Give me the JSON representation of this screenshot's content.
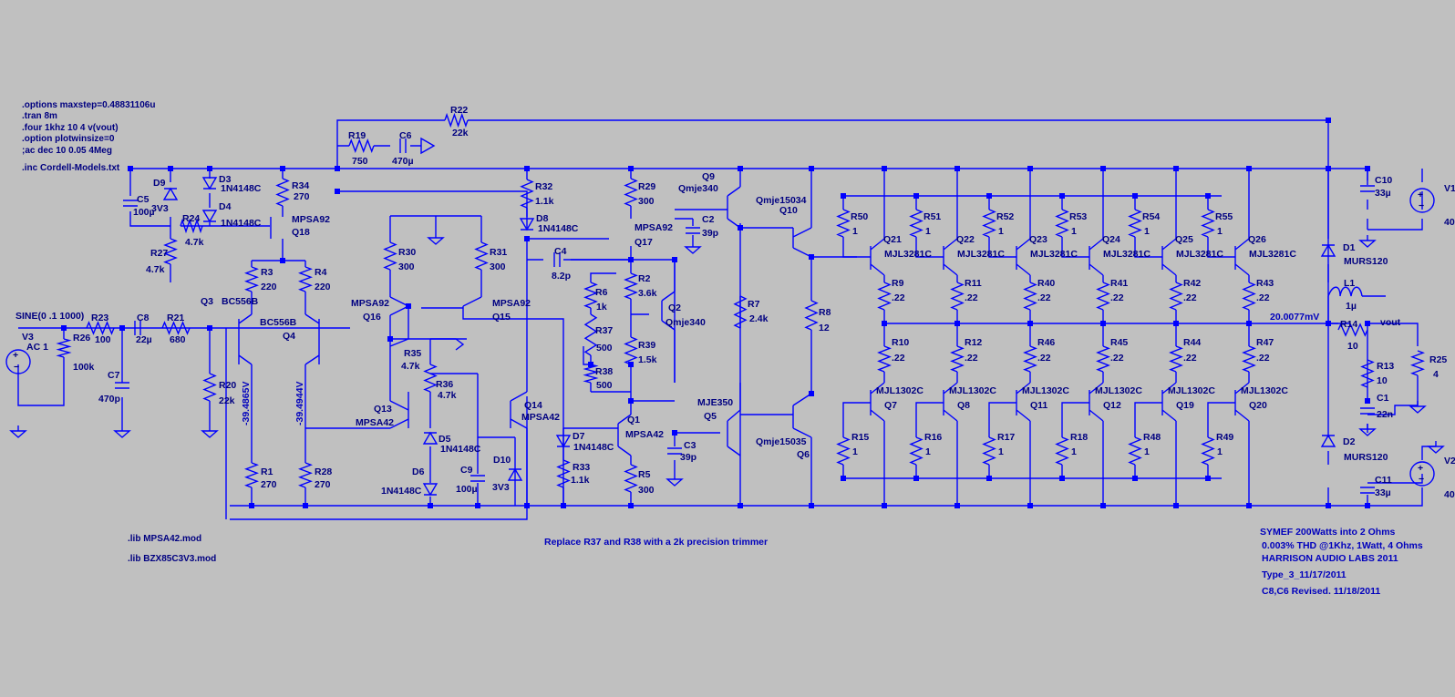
{
  "directives": [
    ".options maxstep=0.48831106u",
    ".tran 8m",
    ".four 1khz 10 4 v(vout)",
    ".option plotwinsize=0",
    ";ac dec 10 0.05 4Meg",
    ".inc Cordell-Models.txt",
    ".lib MPSA42.mod",
    ".lib BZX85C3V3.mod"
  ],
  "note": "Replace R37 and R38 with a 2k precision trimmer",
  "title_block": [
    "SYMEF 200Watts into 2 Ohms",
    "0.003% THD @1Khz, 1Watt, 4 Ohms",
    "HARRISON AUDIO LABS 2011",
    "Type_3_11/17/2011",
    "C8,C6 Revised. 11/18/2011"
  ],
  "voltage_readouts": [
    "-39.4865V",
    "-39.4944V",
    "20.0077mV"
  ],
  "net_labels": {
    "vout": "vout"
  },
  "sources": {
    "v3": {
      "name": "V3",
      "value": "AC 1",
      "spec": "SINE(0 .1 1000)"
    },
    "v1": {
      "name": "V1",
      "value": "40"
    },
    "v2": {
      "name": "V2",
      "value": "40"
    }
  },
  "components": {
    "R22": [
      "R22",
      "22k"
    ],
    "R19": [
      "R19",
      "750"
    ],
    "C6": [
      "C6",
      "470µ"
    ],
    "C5": [
      "C5",
      "100µ"
    ],
    "D9": [
      "D9",
      "3V3"
    ],
    "D3": [
      "D3",
      "1N4148C"
    ],
    "D4": [
      "D4",
      "1N4148C"
    ],
    "R34": [
      "R34",
      "270"
    ],
    "Q18": [
      "MPSA92",
      "Q18"
    ],
    "R24": [
      "R24",
      "4.7k"
    ],
    "R27": [
      "R27",
      "4.7k"
    ],
    "R3": [
      "R3",
      "220"
    ],
    "R4": [
      "R4",
      "220"
    ],
    "Q3": [
      "BC556B",
      "Q3"
    ],
    "Q4": [
      "BC556B",
      "Q4"
    ],
    "R23": [
      "R23",
      "100"
    ],
    "R26": [
      "R26",
      "100k"
    ],
    "C8": [
      "C8",
      "22µ"
    ],
    "R21": [
      "R21",
      "680"
    ],
    "C7": [
      "C7",
      "470p"
    ],
    "R20": [
      "R20",
      "22k"
    ],
    "R1": [
      "R1",
      "270"
    ],
    "R28": [
      "R28",
      "270"
    ],
    "R30": [
      "R30",
      "300"
    ],
    "R31": [
      "R31",
      "300"
    ],
    "Q16": [
      "MPSA92",
      "Q16"
    ],
    "Q15": [
      "MPSA92",
      "Q15"
    ],
    "R35": [
      "R35",
      "4.7k"
    ],
    "R36": [
      "R36",
      "4.7k"
    ],
    "Q13": [
      "Q13",
      "MPSA42"
    ],
    "Q14": [
      "Q14",
      "MPSA42"
    ],
    "D5": [
      "D5",
      "1N4148C"
    ],
    "D6": [
      "D6",
      "1N4148C"
    ],
    "C9": [
      "C9",
      "100µ"
    ],
    "D10": [
      "D10",
      "3V3"
    ],
    "R32": [
      "R32",
      "1.1k"
    ],
    "D8": [
      "D8",
      "1N4148C"
    ],
    "R29": [
      "R29",
      "300"
    ],
    "Q17": [
      "MPSA92",
      "Q17"
    ],
    "C4": [
      "C4",
      "8.2p"
    ],
    "R2": [
      "R2",
      "3.6k"
    ],
    "R6": [
      "R6",
      "1k"
    ],
    "R37": [
      "R37",
      "500"
    ],
    "R38": [
      "R38",
      "500"
    ],
    "R39": [
      "R39",
      "1.5k"
    ],
    "Q2": [
      "Q2",
      "Qmje340"
    ],
    "D7": [
      "D7",
      "1N4148C"
    ],
    "R33": [
      "R33",
      "1.1k"
    ],
    "Q1": [
      "Q1",
      "MPSA42"
    ],
    "R5": [
      "R5",
      "300"
    ],
    "C3": [
      "C3",
      "39p"
    ],
    "C2": [
      "C2",
      "39p"
    ],
    "Q9": [
      "Q9",
      "Qmje340"
    ],
    "Q10": [
      "Qmje15034",
      "Q10"
    ],
    "R7": [
      "R7",
      "2.4k"
    ],
    "R8": [
      "R8",
      "12"
    ],
    "Q5": [
      "MJE350",
      "Q5"
    ],
    "Q6": [
      "Qmje15035",
      "Q6"
    ],
    "C10": [
      "C10",
      "33µ"
    ],
    "C11": [
      "C11",
      "33µ"
    ],
    "D1": [
      "D1",
      "MURS120"
    ],
    "D2": [
      "D2",
      "MURS120"
    ],
    "L1": [
      "L1",
      "1µ"
    ],
    "R14": [
      "R14",
      "10"
    ],
    "R13": [
      "R13",
      "10"
    ],
    "C1": [
      "C1",
      "22n"
    ],
    "R25": [
      "R25",
      "4"
    ]
  },
  "output_stage": [
    {
      "rb_top": [
        "R50",
        "1"
      ],
      "q_top": [
        "Q21",
        "MJL3281C"
      ],
      "re_top": [
        "R9",
        ".22"
      ],
      "re_bot": [
        "R10",
        ".22"
      ],
      "q_bot": [
        "MJL1302C",
        "Q7"
      ],
      "rb_bot": [
        "R15",
        "1"
      ]
    },
    {
      "rb_top": [
        "R51",
        "1"
      ],
      "q_top": [
        "Q22",
        "MJL3281C"
      ],
      "re_top": [
        "R11",
        ".22"
      ],
      "re_bot": [
        "R12",
        ".22"
      ],
      "q_bot": [
        "MJL1302C",
        "Q8"
      ],
      "rb_bot": [
        "R16",
        "1"
      ]
    },
    {
      "rb_top": [
        "R52",
        "1"
      ],
      "q_top": [
        "Q23",
        "MJL3281C"
      ],
      "re_top": [
        "R40",
        ".22"
      ],
      "re_bot": [
        "R46",
        ".22"
      ],
      "q_bot": [
        "MJL1302C",
        "Q11"
      ],
      "rb_bot": [
        "R17",
        "1"
      ]
    },
    {
      "rb_top": [
        "R53",
        "1"
      ],
      "q_top": [
        "Q24",
        "MJL3281C"
      ],
      "re_top": [
        "R41",
        ".22"
      ],
      "re_bot": [
        "R45",
        ".22"
      ],
      "q_bot": [
        "MJL1302C",
        "Q12"
      ],
      "rb_bot": [
        "R18",
        "1"
      ]
    },
    {
      "rb_top": [
        "R54",
        "1"
      ],
      "q_top": [
        "Q25",
        "MJL3281C"
      ],
      "re_top": [
        "R42",
        ".22"
      ],
      "re_bot": [
        "R44",
        ".22"
      ],
      "q_bot": [
        "MJL1302C",
        "Q19"
      ],
      "rb_bot": [
        "R48",
        "1"
      ]
    },
    {
      "rb_top": [
        "R55",
        "1"
      ],
      "q_top": [
        "Q26",
        "MJL3281C"
      ],
      "re_top": [
        "R43",
        ".22"
      ],
      "re_bot": [
        "R47",
        ".22"
      ],
      "q_bot": [
        "MJL1302C",
        "Q20"
      ],
      "rb_bot": [
        "R49",
        "1"
      ]
    }
  ]
}
